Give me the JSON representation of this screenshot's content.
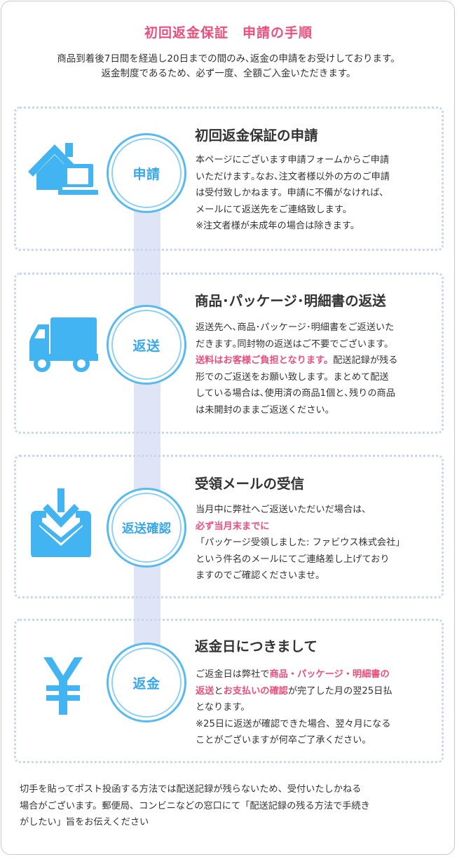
{
  "header": {
    "title": "初回返金保証　申請の手順",
    "intro_lines": [
      "商品到着後7日間を経過し20日までの間のみ､返金の申請をお受けしております。",
      "返金制度であるため、必ず一度、全額ご入金いただきます。"
    ]
  },
  "steps": [
    {
      "icon": "house-laptop-icon",
      "badge": "申請",
      "title": "初回返金保証の申請",
      "lines": [
        "本ページにございます申請フォームからご申請",
        "いただけます｡なお､注文者様以外の方のご申請",
        "は受付致しかねます。申請に不備がなければ､",
        "メールにて返送先をご連絡致します。",
        "※注文者様が未成年の場合は除きます。"
      ]
    },
    {
      "icon": "truck-icon",
      "badge": "返送",
      "title": "商品･パッケージ･明細書の返送",
      "line1": "返送先へ､商品･パッケージ･明細書をご返送いた",
      "line2": "だきます｡同封物の返送はご不要でございます。",
      "line3_hl": "送料はお客様ご負担となります。",
      "line3_rest": "配送記録が残る",
      "line4": "形でのご返送をお願い致します。まとめて配送",
      "line5": "している場合は､使用済の商品1個と､残りの商品",
      "line6": "は未開封のままご返送ください。"
    },
    {
      "icon": "inbox-download-icon",
      "badge": "返送確認",
      "title": "受領メールの受信",
      "line1": "当月中に弊社へご返送いただいだ場合は､",
      "line2_hl": "必ず当月末までに",
      "line3": "「パッケージ受領しました: ファビウス株式会社」",
      "line4": "という件名のメールにてご連絡差し上げており",
      "line5": "ますのでご確認くださいませ。"
    },
    {
      "icon": "yen-icon",
      "badge": "返金",
      "title": "返金日につきまして",
      "line1_pre": "ご返金日は弊社で",
      "line1_hl": "商品・パッケージ・明細書の",
      "line2_hl1": "返送",
      "line2_mid": "と",
      "line2_hl2": "お支払いの確認",
      "line2_rest": "が完了した月の翌25日払",
      "line3": "となります。",
      "line4": "※25日に返送が確認できた場合、翌々月になる",
      "line5": "ことがございますが何卒ご了承ください。"
    }
  ],
  "footer": {
    "lines": [
      "切手を貼ってポスト投函する方法では配送記録が残らないため、受付いたしかねる",
      "場合がございます。郵便局、コンビニなどの窓口にて「配送記録の残る方法で手続き",
      "がしたい」旨をお伝えください"
    ]
  },
  "colors": {
    "accent_pink": "#ec4f7c",
    "icon_blue": "#3aa8e8",
    "timeline": "#dfe5f6",
    "dotted_border": "#c6d7ef"
  }
}
